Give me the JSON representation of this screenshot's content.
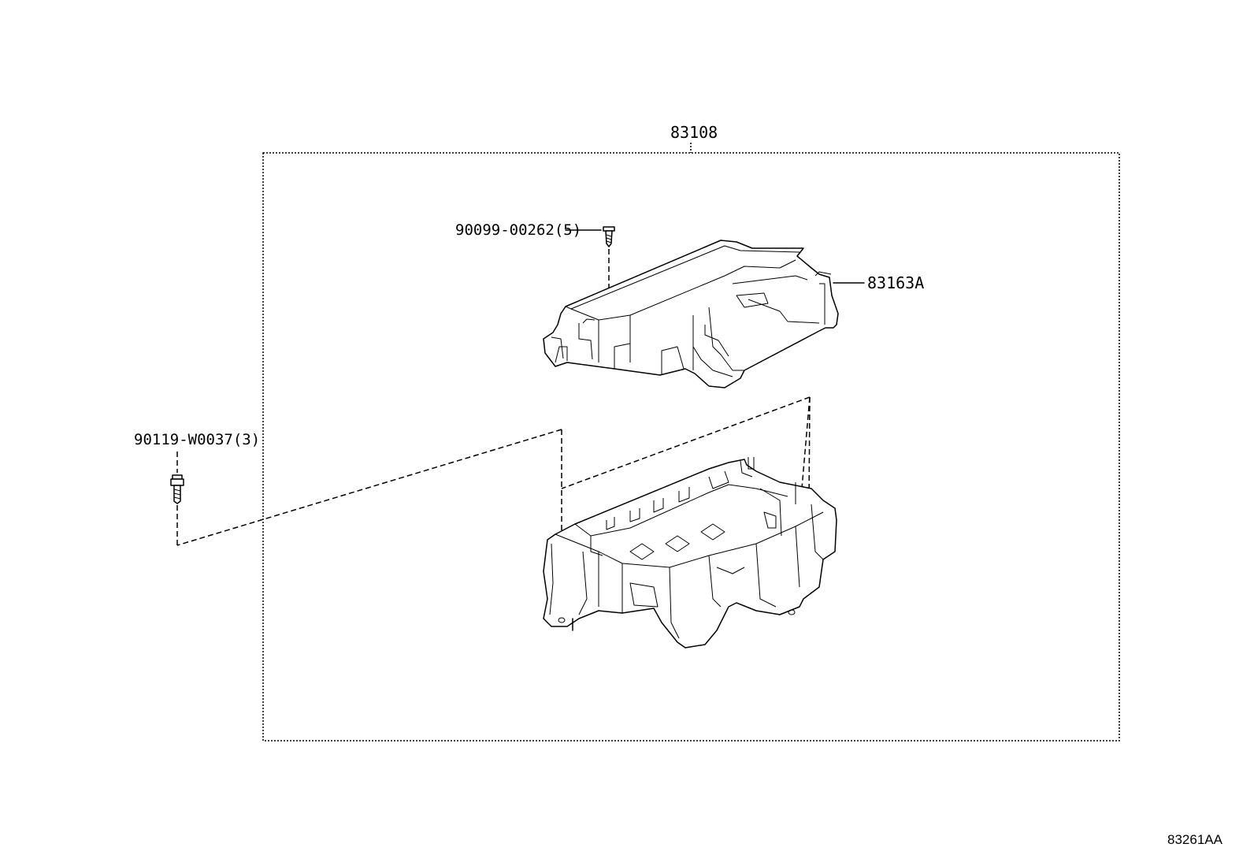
{
  "diagram": {
    "assembly_number": "83108",
    "parts": [
      {
        "part_number": "90099-00262(5)",
        "description_icon": "screw-icon"
      },
      {
        "part_number": "83163A",
        "description_icon": "cover-upper-icon"
      },
      {
        "part_number": "90119-W0037(3)",
        "description_icon": "bolt-icon"
      }
    ],
    "reference_code": "83261AA"
  }
}
